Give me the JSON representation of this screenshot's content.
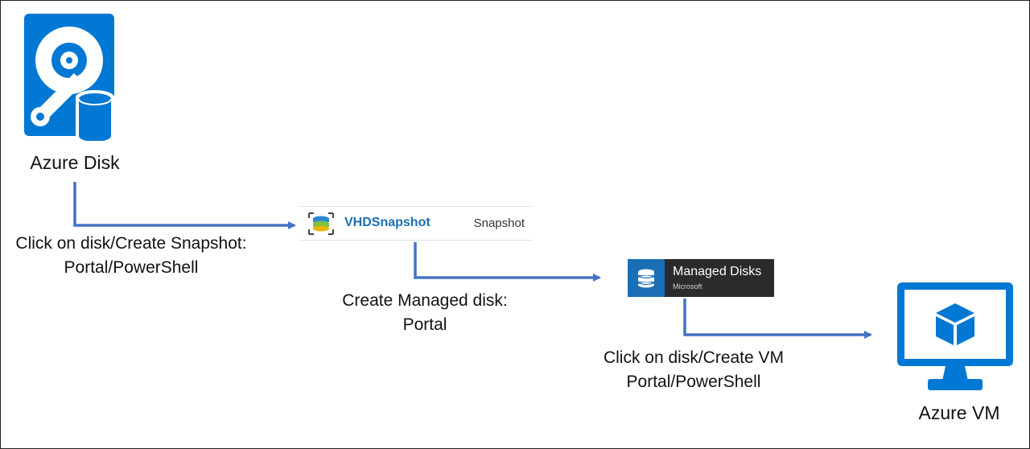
{
  "diagram": {
    "nodes": {
      "azure_disk": {
        "label": "Azure Disk",
        "icon": "hard-disk-icon"
      },
      "snapshot": {
        "name": "VHDSnapshot",
        "type": "Snapshot",
        "icon": "snapshot-icon"
      },
      "managed_disks": {
        "title": "Managed Disks",
        "publisher": "Microsoft",
        "icon": "managed-disks-icon"
      },
      "azure_vm": {
        "label": "Azure VM",
        "icon": "virtual-machine-icon"
      }
    },
    "steps": [
      {
        "lines": [
          "Click on disk/Create Snapshot:",
          "Portal/PowerShell"
        ]
      },
      {
        "lines": [
          "Create Managed disk:",
          "Portal"
        ]
      },
      {
        "lines": [
          "Click on disk/Create VM",
          "Portal/PowerShell"
        ]
      }
    ]
  },
  "colors": {
    "azure_blue": "#0078d4",
    "connector": "#4472c4",
    "tile_dark": "#2b2b2b",
    "link_blue": "#1a6fb5"
  }
}
